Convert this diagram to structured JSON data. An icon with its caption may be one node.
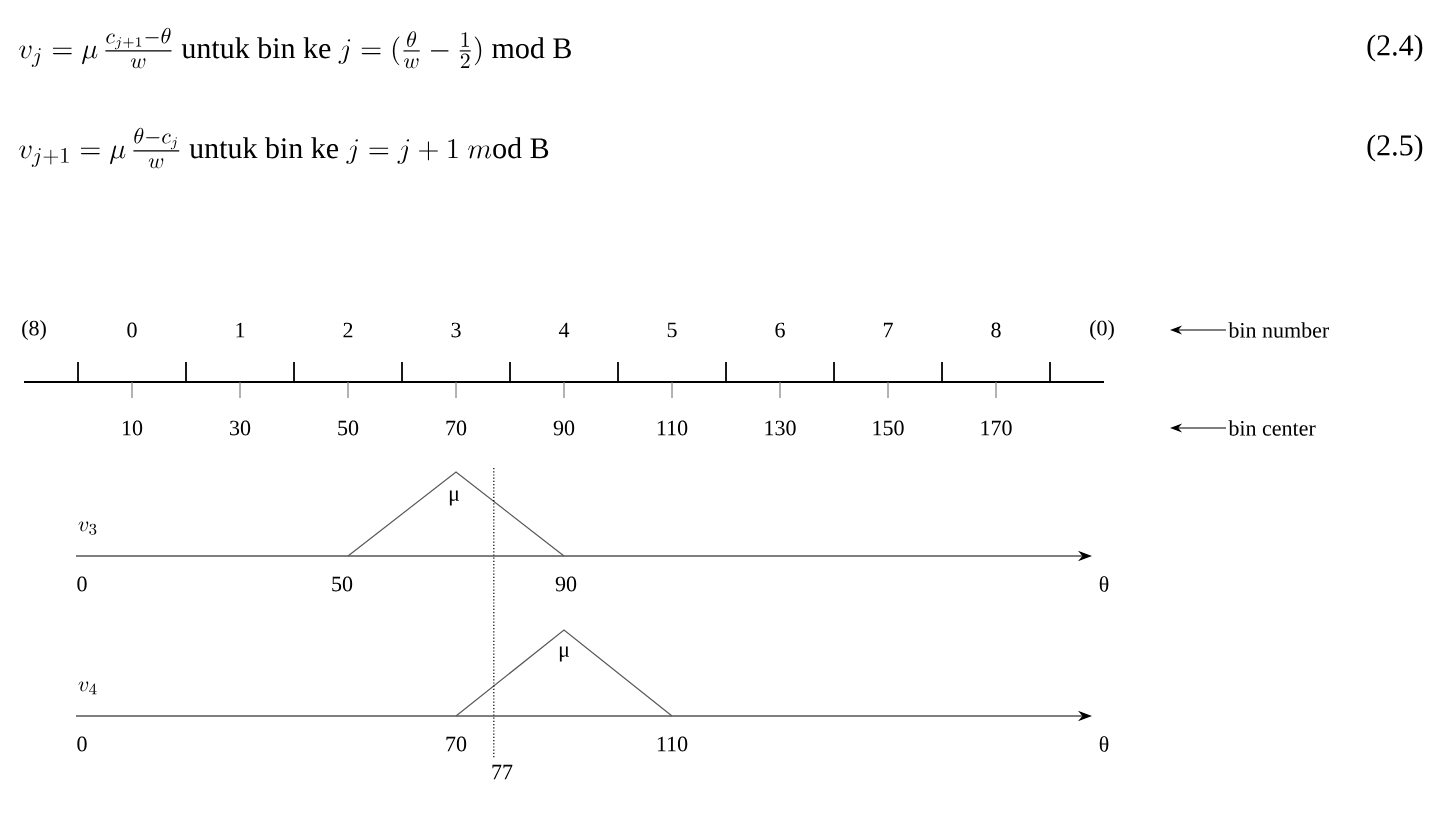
{
  "diagram": {
    "nodes": [
      {
        "text": [
          "bin number"
        ]
      },
      {
        "text": [
          "bin center"
        ]
      }
    ],
    "edges": [
      {
        "from": 0,
        "to": null,
        "arrow": "to"
      },
      {
        "from": 1,
        "to": null,
        "arrow": "to"
      }
    ],
    "labels": [
      "v_{j} = \\mu\\,\\frac{c_{j+1}-\\theta}{w}\\ \\text{untuk bin ke }j = (\\frac{\\theta}{w}-\\frac{1}{2})\\ \\text{mod B}",
      "(2.4)",
      "v_{j+1} = \\mu\\,\\frac{\\theta-c_{j}}{w}\\ \\text{untuk bin ke }j = j+1\\ m\\text{od B}",
      "(2.5)",
      "(8)",
      "0",
      "1",
      "2",
      "3",
      "4",
      "5",
      "6",
      "7",
      "8",
      "(0)",
      "10",
      "30",
      "50",
      "70",
      "90",
      "110",
      "130",
      "150",
      "170",
      "v_{3}",
      "μ",
      "0",
      "50",
      "90",
      "θ",
      "v_{4}",
      "μ",
      "0",
      "70",
      "110",
      "θ",
      "77"
    ]
  }
}
